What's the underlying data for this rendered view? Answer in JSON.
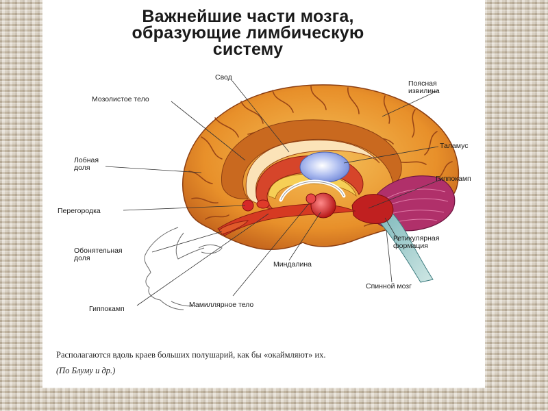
{
  "title": {
    "line1": "Важнейшие части мозга,",
    "line2": "образующие лимбическую",
    "line3": "систему"
  },
  "labels": {
    "svod": "Свод",
    "mozolistoe": "Мозолистое тело",
    "poyasnaya_1": "Поясная",
    "poyasnaya_2": "извилина",
    "talamus": "Таламус",
    "lobnaya_1": "Лобная",
    "lobnaya_2": "доля",
    "gippokamp_right": "Гиппокамп",
    "peregorodka": "Перегородка",
    "retikulyarnaya_1": "Ретикулярная",
    "retikulyarnaya_2": "формация",
    "obonyatelnaya_1": "Обонятельная",
    "obonyatelnaya_2": "доля",
    "mindalina": "Миндалина",
    "spinnoy": "Спинной мозг",
    "gippokamp_left": "Гиппокамп",
    "mamillyarnoe": "Мамиллярное тело"
  },
  "caption": "Располагаются вдоль краев больших полушарий, как бы «окаймляют» их.",
  "source": "(По Блуму и др.)",
  "colors": {
    "cortex": "#e8902a",
    "cortex_light": "#f3b649",
    "cortex_dark": "#b8561b",
    "limbic_red": "#d42a2a",
    "thalamus_blue": "#8ea2e6",
    "cerebellum": "#b0306a"
  }
}
